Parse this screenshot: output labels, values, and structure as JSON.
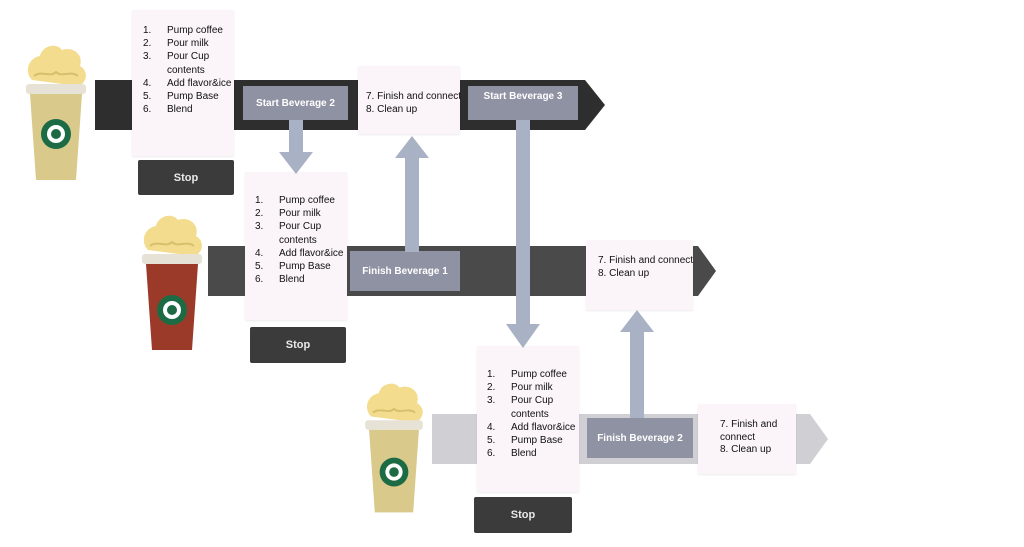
{
  "rows": [
    {
      "steps": [
        {
          "num": "1.",
          "text": "Pump coffee"
        },
        {
          "num": "2.",
          "text": "Pour milk"
        },
        {
          "num": "3.",
          "text": "Pour Cup contents"
        },
        {
          "num": "4.",
          "text": "Add flavor&ice"
        },
        {
          "num": "5.",
          "text": "Pump Base"
        },
        {
          "num": "6.",
          "text": "Blend"
        }
      ],
      "stop": "Stop",
      "start_label": "Start Beverage 2",
      "finish_lines": [
        "7. Finish and connect",
        "8. Clean up"
      ],
      "start_next_label": "Start Beverage 3",
      "cup_colors": {
        "drink": "#d9c98a",
        "cream": "#f3dc8e"
      }
    },
    {
      "steps": [
        {
          "num": "1.",
          "text": "Pump coffee"
        },
        {
          "num": "2.",
          "text": "Pour milk"
        },
        {
          "num": "3.",
          "text": "Pour Cup contents"
        },
        {
          "num": "4.",
          "text": "Add flavor&ice"
        },
        {
          "num": "5.",
          "text": "Pump Base"
        },
        {
          "num": "6.",
          "text": "Blend"
        }
      ],
      "stop": "Stop",
      "finish_label": "Finish Beverage 1",
      "finish_lines": [
        "7. Finish and  connect",
        "8. Clean up"
      ],
      "cup_colors": {
        "drink": "#9c3a2a",
        "cream": "#f3dc8e"
      }
    },
    {
      "steps": [
        {
          "num": "1.",
          "text": "Pump coffee"
        },
        {
          "num": "2.",
          "text": "Pour milk"
        },
        {
          "num": "3.",
          "text": "Pour Cup contents"
        },
        {
          "num": "4.",
          "text": "Add flavor&ice"
        },
        {
          "num": "5.",
          "text": "Pump Base"
        },
        {
          "num": "6.",
          "text": "Blend"
        }
      ],
      "stop": "Stop",
      "finish_label": "Finish Beverage 2",
      "finish_lines": [
        "7. Finish and connect",
        "8. Clean up"
      ],
      "cup_colors": {
        "drink": "#d9c98a",
        "cream": "#f3dc8e"
      }
    }
  ],
  "colors": {
    "track_dark": "#2e2e2e",
    "track_mid": "#4a4a4a",
    "track_light": "#cfcfd4",
    "label_box": "#8f92a3",
    "connector_arrow": "#a9b1c4",
    "stop_button": "#3b3b3b",
    "card": "#fbf4f8"
  }
}
